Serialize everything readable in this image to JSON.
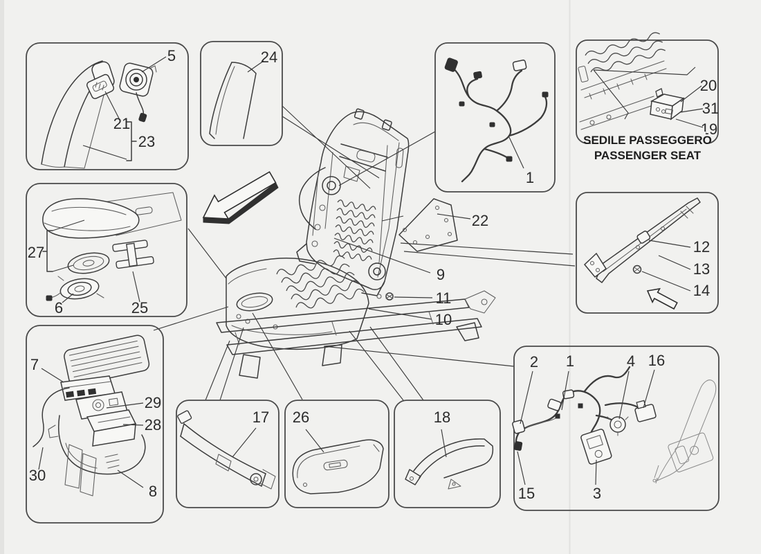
{
  "diagram": {
    "type": "exploded-parts-diagram",
    "subject": "passenger seat electrical components",
    "colors": {
      "background": "#f1f1ef",
      "ink": "#3c3c3c",
      "label_text": "#2b2b2b"
    },
    "caption": {
      "line1": "SEDILE PASSEGGERO",
      "line2": "PASSENGER SEAT"
    },
    "icons": {
      "big_direction_arrow": "block-arrow-down-left",
      "rail_direction_arrow": "block-arrow-up-left"
    },
    "labels": {
      "p5": "5",
      "p21": "21",
      "p23": "23",
      "p24": "24",
      "p1_top": "1",
      "p20": "20",
      "p31": "31",
      "p19": "19",
      "p22": "22",
      "p9": "9",
      "p11": "11",
      "p10": "10",
      "p12": "12",
      "p13": "13",
      "p14": "14",
      "p27": "27",
      "p6": "6",
      "p25": "25",
      "p7": "7",
      "p29": "29",
      "p28": "28",
      "p30": "30",
      "p8": "8",
      "p17": "17",
      "p26": "26",
      "p18": "18",
      "p2": "2",
      "p1_bottom": "1",
      "p4": "4",
      "p16": "16",
      "p15": "15",
      "p3": "3"
    }
  }
}
